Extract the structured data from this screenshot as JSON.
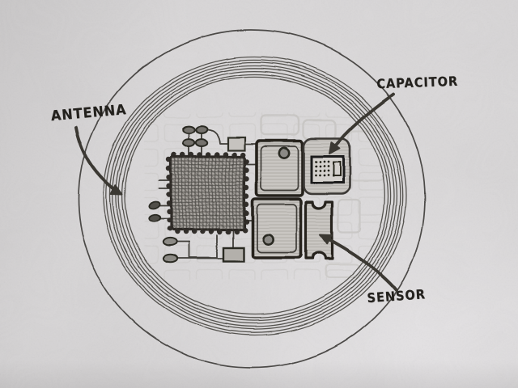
{
  "diagram": {
    "kind": "hand-drawn circuit sketch on paper",
    "labels": [
      {
        "id": "antenna",
        "text": "ANTENNA"
      },
      {
        "id": "capacitor",
        "text": "CAPACITOR"
      },
      {
        "id": "sensor",
        "text": "SENSOR"
      }
    ],
    "components": [
      "antenna-coil",
      "outer-ring",
      "ic-chip",
      "component-top",
      "component-bottom",
      "capacitor",
      "sensor",
      "discrete-parts"
    ],
    "colors": {
      "paper": "#d7d5d6",
      "ink": "#33312d",
      "pencil_light": "#bfbdb9"
    }
  }
}
